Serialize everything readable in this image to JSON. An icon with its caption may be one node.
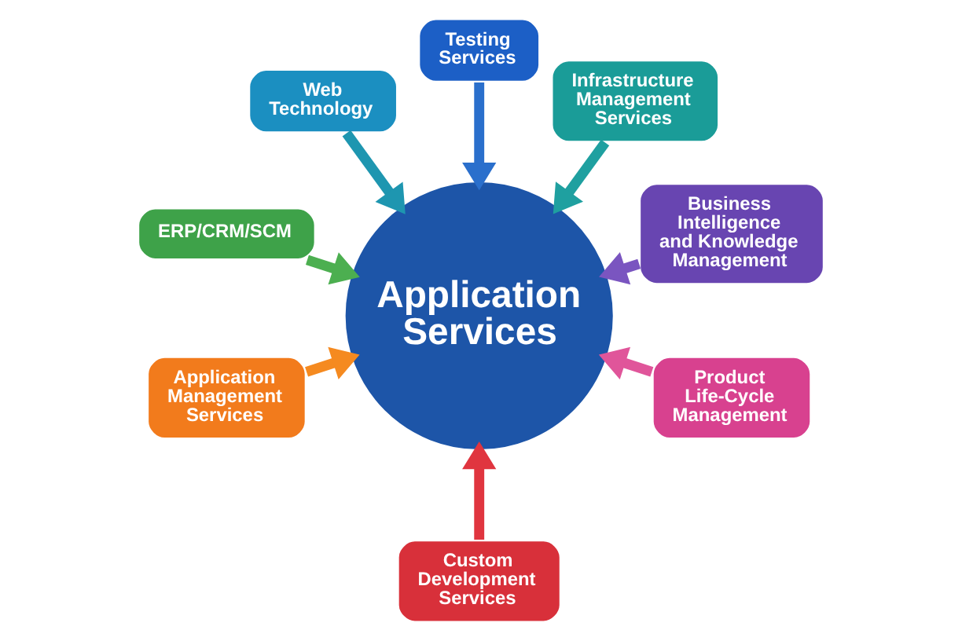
{
  "diagram": {
    "nodes": [
      {
        "text": [
          "Testing Services"
        ]
      },
      {
        "text": [
          "Web Technology"
        ]
      },
      {
        "text": [
          "Infrastructure Management Services"
        ]
      },
      {
        "text": [
          "ERP/CRM/SCM"
        ]
      },
      {
        "text": [
          "Business Intelligence and Knowledge Management"
        ]
      },
      {
        "text": [
          "Application Services"
        ]
      },
      {
        "text": [
          "Application Management Services"
        ]
      },
      {
        "text": [
          "Product Life-Cycle Management"
        ]
      },
      {
        "text": [
          "Custom Development Services"
        ]
      }
    ],
    "edges": [
      {
        "from": 0,
        "to": 5,
        "arrow": "to",
        "color": "#2a6fcc"
      },
      {
        "from": 1,
        "to": 5,
        "arrow": "to",
        "color": "#1e96b0"
      },
      {
        "from": 2,
        "to": 5,
        "arrow": "to",
        "color": "#1fa0a0"
      },
      {
        "from": 3,
        "to": 5,
        "arrow": "to",
        "color": "#4caf50"
      },
      {
        "from": 4,
        "to": 5,
        "arrow": "to",
        "color": "#7a55c0"
      },
      {
        "from": 6,
        "to": 5,
        "arrow": "to",
        "color": "#f58a20"
      },
      {
        "from": 7,
        "to": 5,
        "arrow": "to",
        "color": "#e0559a"
      },
      {
        "from": 8,
        "to": 5,
        "arrow": "to",
        "color": "#e0353f"
      }
    ]
  }
}
